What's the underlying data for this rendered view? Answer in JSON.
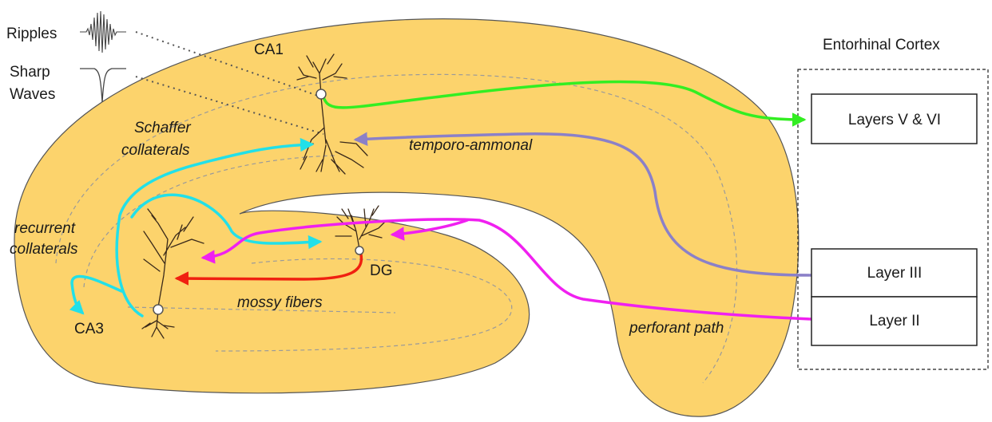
{
  "labels": {
    "ripples": "Ripples",
    "sharp": "Sharp",
    "waves": "Waves",
    "ca1": "CA1",
    "ca3": "CA3",
    "dg": "DG",
    "entorhinal_cortex": "Entorhinal Cortex",
    "schaffer": "Schaffer",
    "collaterals1": "collaterals",
    "recurrent": "recurrent",
    "collaterals2": "collaterals",
    "temporo_ammonal": "temporo-ammonal",
    "mossy_fibers": "mossy fibers",
    "perforant_path": "perforant path"
  },
  "boxes": {
    "layers_v_vi": "Layers V & VI",
    "layer_iii": "Layer III",
    "layer_ii": "Layer II"
  },
  "colors": {
    "hippocampus_fill": "#FCD36C",
    "green": "#33EE22",
    "purple": "#8B80C8",
    "cyan": "#22E0E8",
    "magenta": "#F020F0",
    "red": "#F02010"
  }
}
